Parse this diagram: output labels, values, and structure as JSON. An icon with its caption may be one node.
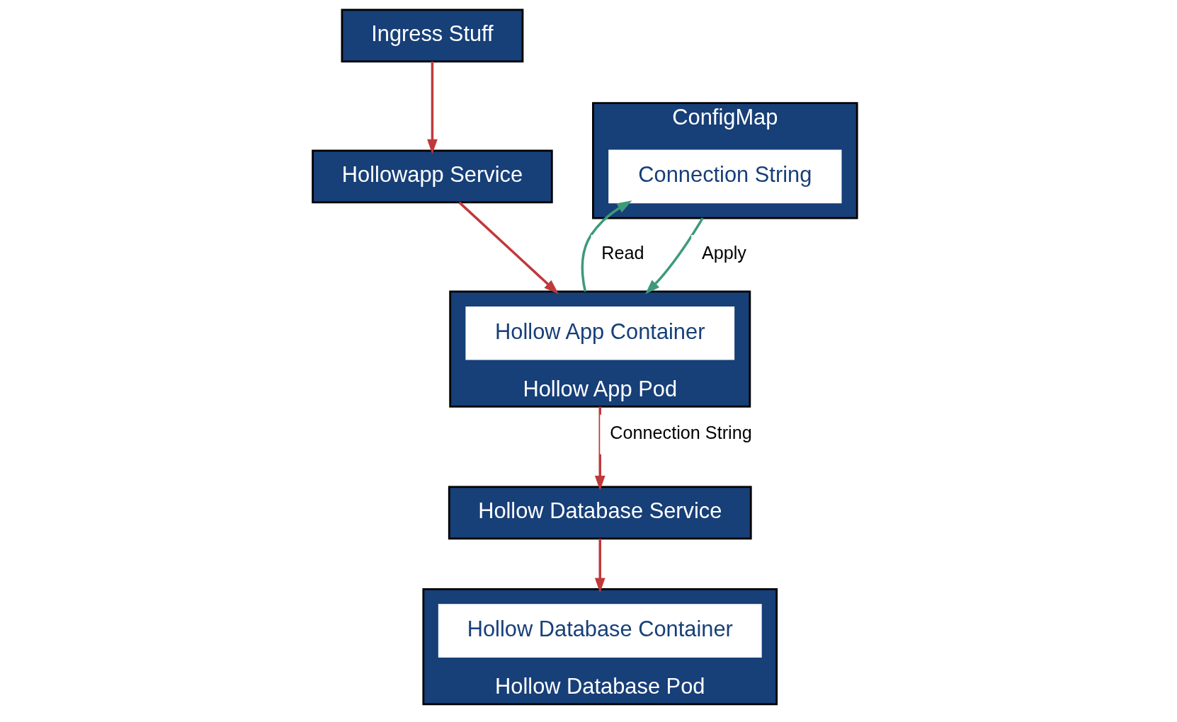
{
  "diagram": {
    "nodes": [
      {
        "text": [
          "Ingress Stuff"
        ]
      },
      {
        "text": [
          "ConfigMap"
        ]
      },
      {
        "text": [
          "Connection String"
        ],
        "in": 1
      },
      {
        "text": [
          "Hollowapp Service"
        ]
      },
      {
        "text": [
          "Hollow App Pod"
        ]
      },
      {
        "text": [
          "Hollow App Container"
        ],
        "in": 4
      },
      {
        "text": [
          "Hollow Database Service"
        ]
      },
      {
        "text": [
          "Hollow Database Pod"
        ]
      },
      {
        "text": [
          "Hollow Database Container"
        ],
        "in": 7
      }
    ],
    "edges": [
      {
        "from": 0,
        "to": 3,
        "arrow": "to"
      },
      {
        "from": 3,
        "to": 4,
        "arrow": "to"
      },
      {
        "from": 4,
        "to": 2,
        "arrow": "to",
        "label": "Read",
        "color": "#3d9a7a"
      },
      {
        "from": 1,
        "to": 4,
        "arrow": "to",
        "label": "Apply",
        "color": "#3d9a7a"
      },
      {
        "from": 4,
        "to": 6,
        "arrow": "to",
        "label": "Connection String"
      },
      {
        "from": 6,
        "to": 7,
        "arrow": "to"
      }
    ]
  }
}
